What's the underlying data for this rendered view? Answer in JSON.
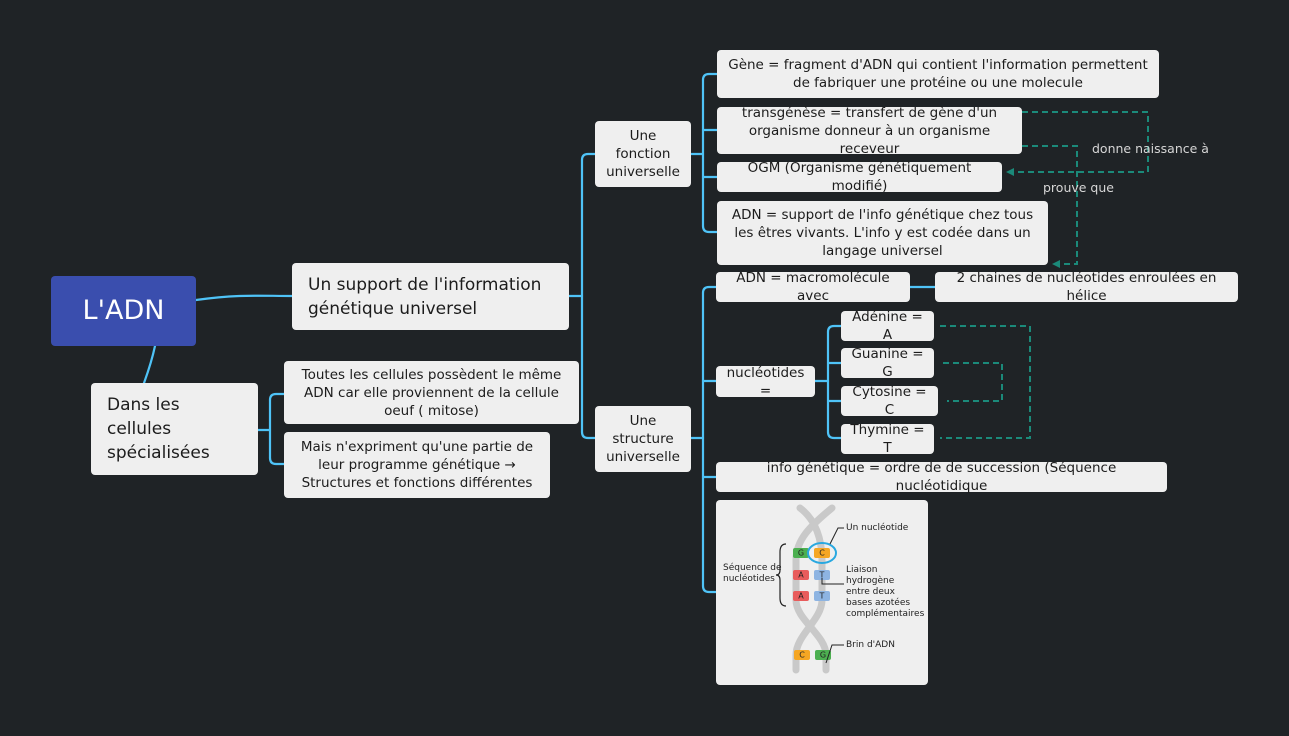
{
  "root": {
    "label": "L'ADN"
  },
  "branch_support": {
    "label": "Un support de l'information génétique universel"
  },
  "branch_cells": {
    "label": "Dans les cellules spécialisées"
  },
  "cells_1": {
    "label": "Toutes les cellules possèdent le même ADN car elle proviennent de la cellule oeuf ( mitose)"
  },
  "cells_2": {
    "label": "Mais n'expriment qu'une partie de leur programme génétique → Structures et fonctions différentes"
  },
  "fonction": {
    "label": "Une fonction universelle"
  },
  "structure": {
    "label": "Une structure universelle"
  },
  "gene": {
    "label": "Gène = fragment d'ADN qui contient l'information permettent de fabriquer une protéine ou une molecule"
  },
  "transgenese": {
    "label": "transgénèse = transfert de gène d'un organisme donneur à un organisme receveur"
  },
  "ogm": {
    "label": "OGM (Organisme génétiquement modifié)"
  },
  "adn_support": {
    "label": "ADN = support de l'info génétique chez tous les êtres vivants. L'info y est codée dans un langage universel"
  },
  "adn_macro": {
    "label": "ADN = macromolécule avec"
  },
  "chaines": {
    "label": "2 chaines de nucléotides enroulées en hélice"
  },
  "nucleotides": {
    "label": "nucléotides ="
  },
  "bases": [
    {
      "label": "Adénine = A"
    },
    {
      "label": "Guanine = G"
    },
    {
      "label": "Cytosine = C"
    },
    {
      "label": "Thymine = T"
    }
  ],
  "info_gen": {
    "label": "info génétique = ordre de de succession (Séquence nucléotidique"
  },
  "relations": {
    "donne": "donne naissance à",
    "prouve": "prouve que"
  },
  "figure": {
    "un_nucleotide": "Un nucléotide",
    "sequence": [
      "Séquence de",
      "nucléotides"
    ],
    "liaison": [
      "Liaison",
      "hydrogène",
      "entre deux",
      "bases azotées",
      "complémentaires"
    ],
    "brin": "Brin d'ADN",
    "pairs": [
      [
        "G",
        "C"
      ],
      [
        "A",
        "T"
      ],
      [
        "A",
        "T"
      ],
      [
        "C",
        "G"
      ]
    ]
  },
  "colors": {
    "background": "#1f2326",
    "root": "#3a4eae",
    "line": "#4fc3f7",
    "relation": "#1b8a7a",
    "node": "#efefef"
  }
}
